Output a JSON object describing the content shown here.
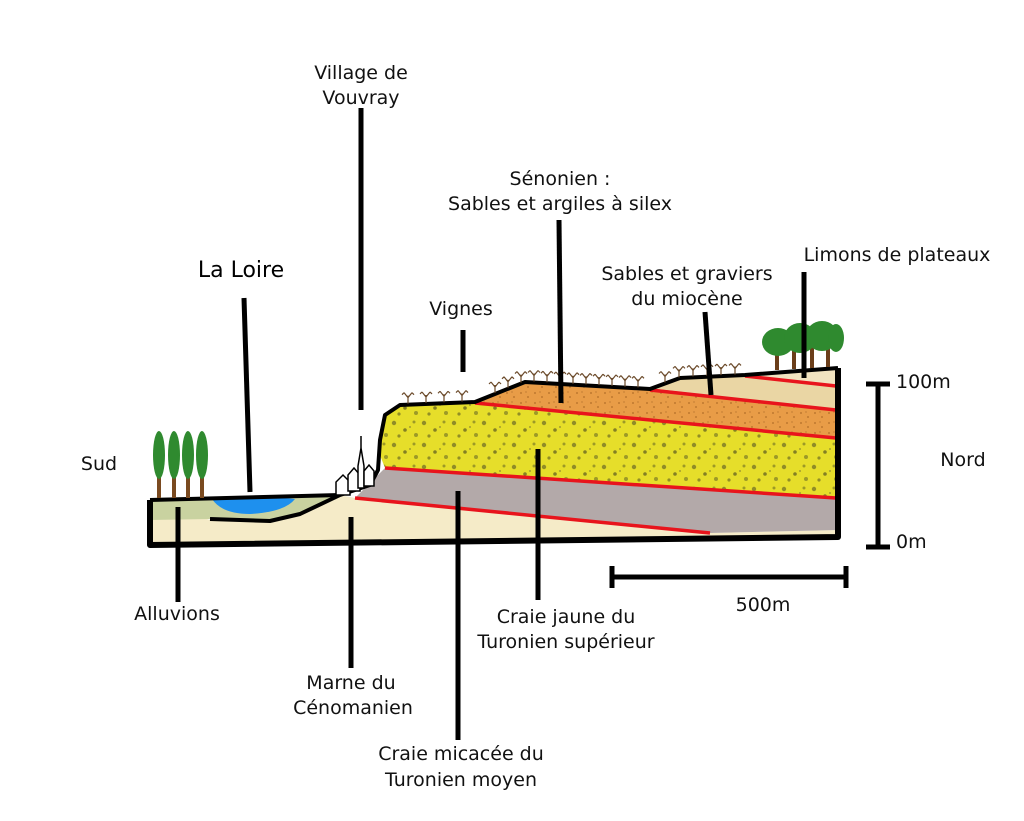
{
  "labels": {
    "village": [
      "Village de",
      "Vouvray"
    ],
    "senonien": [
      "Sénonien :",
      "Sables et argiles à silex"
    ],
    "limons": "Limons de plateaux",
    "sables_miocene": [
      "Sables et graviers",
      "du miocène"
    ],
    "la_loire": "La Loire",
    "vignes": "Vignes",
    "sud": "Sud",
    "nord": "Nord",
    "alluvions": "Alluvions",
    "marne": [
      "Marne du",
      "Cénomanien"
    ],
    "craie_jaune": [
      "Craie jaune du",
      "Turonien supérieur"
    ],
    "craie_micacee": [
      "Craie micacée du",
      "Turonien moyen"
    ]
  },
  "scale": {
    "height_top": "100m",
    "height_bottom": "0m",
    "length": "500m"
  },
  "colors": {
    "outline": "#000000",
    "boundary": "#e8141c",
    "river": "#1e90ee",
    "alluvium": "#c9d2a0",
    "cenomanian_marl": "#f5ebc8",
    "turonian_middle_chalk": "#b3a9a9",
    "turonian_upper_chalk": "#e6de2a",
    "senonian": "#e89c47",
    "limons": "#f1e3c0",
    "trees": "#2f8a2f"
  }
}
